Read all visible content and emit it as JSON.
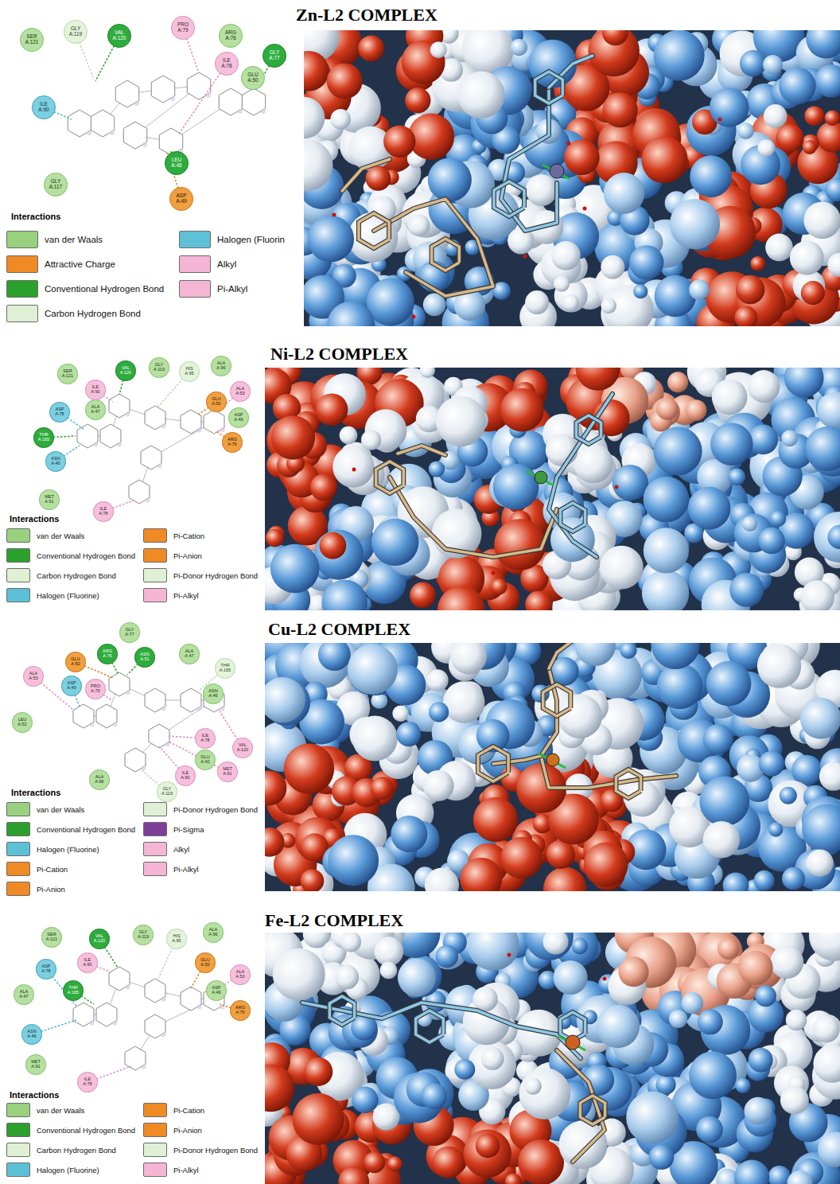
{
  "diagram": {
    "nodes": [
      {
        "text": [
          "SER A:121"
        ]
      },
      {
        "text": [
          "GLY A:119"
        ]
      },
      {
        "text": [
          "VAL A:120"
        ]
      },
      {
        "text": [
          "PRO A:79"
        ]
      },
      {
        "text": [
          "ARG A:76"
        ]
      },
      {
        "text": [
          "ILE A:78"
        ]
      },
      {
        "text": [
          "GLY A:77"
        ]
      },
      {
        "text": [
          "GLU A:50"
        ]
      },
      {
        "text": [
          "ILE A:90"
        ]
      },
      {
        "text": [
          "LEU A:46"
        ]
      },
      {
        "text": [
          "ASP A:49"
        ]
      },
      {
        "text": [
          "GLY A:117"
        ]
      },
      {
        "text": [
          "SER A:121"
        ]
      },
      {
        "text": [
          "ASP A:78"
        ]
      },
      {
        "text": [
          "ALA A:47"
        ]
      },
      {
        "text": [
          "THR A:165"
        ]
      },
      {
        "text": [
          "ASN A:46"
        ]
      },
      {
        "text": [
          "MET A:91"
        ]
      },
      {
        "text": [
          "VAL A:120"
        ]
      },
      {
        "text": [
          "ILE A:90"
        ]
      },
      {
        "text": [
          "GLY A:119"
        ]
      },
      {
        "text": [
          "HIS A:95"
        ]
      },
      {
        "text": [
          "ALA A:96"
        ]
      },
      {
        "text": [
          "ALA A:53"
        ]
      },
      {
        "text": [
          "GLU A:50"
        ]
      },
      {
        "text": [
          "ASP A:49"
        ]
      },
      {
        "text": [
          "ARG A:76"
        ]
      },
      {
        "text": [
          "ILE A:78"
        ]
      },
      {
        "text": [
          "GLY A:77"
        ]
      },
      {
        "text": [
          "GLU A:50"
        ]
      },
      {
        "text": [
          "ARG A:76"
        ]
      },
      {
        "text": [
          "ASN A:51"
        ]
      },
      {
        "text": [
          "ALA A:47"
        ]
      },
      {
        "text": [
          "THR A:165"
        ]
      },
      {
        "text": [
          "ALA A:53"
        ]
      },
      {
        "text": [
          "ASP A:49"
        ]
      },
      {
        "text": [
          "PRO A:79"
        ]
      },
      {
        "text": [
          "ASN A:46"
        ]
      },
      {
        "text": [
          "LEU A:52"
        ]
      },
      {
        "text": [
          "ILE A:78"
        ]
      },
      {
        "text": [
          "VAL A:120"
        ]
      },
      {
        "text": [
          "GLU A:42"
        ]
      },
      {
        "text": [
          "MET A:91"
        ]
      },
      {
        "text": [
          "ILE A:90"
        ]
      },
      {
        "text": [
          "ALA A:96"
        ]
      },
      {
        "text": [
          "GLY A:119"
        ]
      },
      {
        "text": [
          "SER A:121"
        ]
      },
      {
        "text": [
          "VAL A:120"
        ]
      },
      {
        "text": [
          "GLY A:119"
        ]
      },
      {
        "text": [
          "HIS A:95"
        ]
      },
      {
        "text": [
          "ALA A:96"
        ]
      },
      {
        "text": [
          "ILE A:90"
        ]
      },
      {
        "text": [
          "ASP A:78"
        ]
      },
      {
        "text": [
          "GLU A:50"
        ]
      },
      {
        "text": [
          "ALA A:47"
        ]
      },
      {
        "text": [
          "THR A:165"
        ]
      },
      {
        "text": [
          "ALA A:53"
        ]
      },
      {
        "text": [
          "ASP A:49"
        ]
      },
      {
        "text": [
          "ARG A:76"
        ]
      },
      {
        "text": [
          "ASN A:46"
        ]
      },
      {
        "text": [
          "MET A:91"
        ]
      },
      {
        "text": [
          "ILE A:78"
        ]
      }
    ],
    "labels": [
      "Zn-L2 COMPLEX",
      "Interactions",
      "Ni-L2 COMPLEX",
      "Interactions",
      "Cu-L2 COMPLEX",
      "Interactions",
      "Fe-L2 COMPLEX",
      "Interactions"
    ],
    "legend": [
      {
        "text": "van der Waals",
        "color": "#99d17f"
      },
      {
        "text": "Attractive Charge",
        "color": "#f08a24"
      },
      {
        "text": "Conventional Hydrogen Bond",
        "color": "#2ca02c"
      },
      {
        "text": "Carbon Hydrogen Bond",
        "color": "#dff0d5"
      },
      {
        "text": "Halogen (Fluorin",
        "color": "#5cc0d6"
      },
      {
        "text": "Alkyl",
        "color": "#f4b6d4"
      },
      {
        "text": "Pi-Alkyl",
        "color": "#f4b6d4"
      },
      {
        "text": "van der Waals",
        "color": "#99d17f"
      },
      {
        "text": "Conventional Hydrogen Bond",
        "color": "#2ca02c"
      },
      {
        "text": "Carbon Hydrogen Bond",
        "color": "#dff0d5"
      },
      {
        "text": "Halogen (Fluorine)",
        "color": "#5cc0d6"
      },
      {
        "text": "Pi-Cation",
        "color": "#f08a24"
      },
      {
        "text": "Pi-Anion",
        "color": "#f08a24"
      },
      {
        "text": "Pi-Donor Hydrogen Bond",
        "color": "#dff0d5"
      },
      {
        "text": "Pi-Alkyl",
        "color": "#f4b6d4"
      },
      {
        "text": "van der Waals",
        "color": "#99d17f"
      },
      {
        "text": "Conventional Hydrogen Bond",
        "color": "#2ca02c"
      },
      {
        "text": "Halogen (Fluorine)",
        "color": "#5cc0d6"
      },
      {
        "text": "Pi-Cation",
        "color": "#f08a24"
      },
      {
        "text": "Pi-Anion",
        "color": "#f08a24"
      },
      {
        "text": "Pi-Donor Hydrogen Bond",
        "color": "#dff0d5"
      },
      {
        "text": "Pi-Sigma",
        "color": "#7e3f98"
      },
      {
        "text": "Alkyl",
        "color": "#f4b6d4"
      },
      {
        "text": "Pi-Alkyl",
        "color": "#f4b6d4"
      },
      {
        "text": "van der Waals",
        "color": "#99d17f"
      },
      {
        "text": "Conventional Hydrogen Bond",
        "color": "#2ca02c"
      },
      {
        "text": "Carbon Hydrogen Bond",
        "color": "#dff0d5"
      },
      {
        "text": "Halogen (Fluorine)",
        "color": "#5cc0d6"
      },
      {
        "text": "Pi-Cation",
        "color": "#f08a24"
      },
      {
        "text": "Pi-Anion",
        "color": "#f08a24"
      },
      {
        "text": "Pi-Donor Hydrogen Bond",
        "color": "#dff0d5"
      },
      {
        "text": "Pi-Alkyl",
        "color": "#f4b6d4"
      }
    ]
  }
}
